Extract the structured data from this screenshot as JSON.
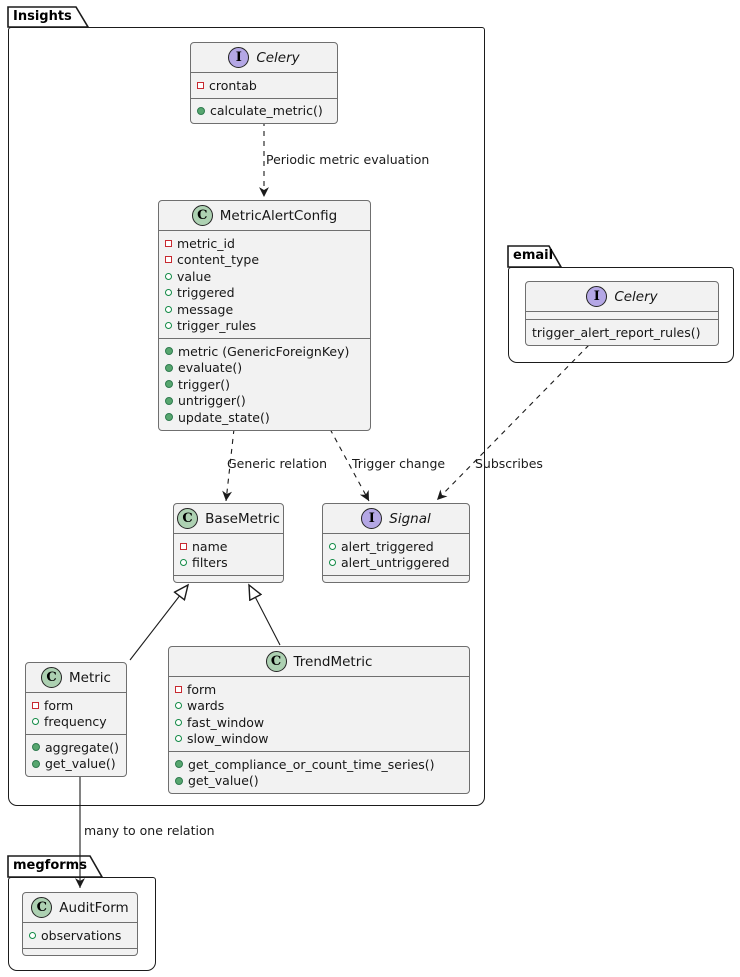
{
  "colors": {
    "class_icon_bg": "#ADD1B2",
    "interface_icon_bg": "#B4A7E5",
    "private_field_red": "#C82930",
    "public_field_green": "#128A46",
    "public_method_green": "#57A66F",
    "box_fill": "#f2f2f2",
    "border_dark": "#1b1b1b"
  },
  "packages": {
    "insights": {
      "label": "Insights"
    },
    "email": {
      "label": "email"
    },
    "megforms": {
      "label": "megforms"
    }
  },
  "classes": {
    "celery_insights": {
      "kind_letter": "I",
      "name": "Celery",
      "fields": [
        {
          "icon": "private-square",
          "label": "crontab"
        }
      ],
      "methods": [
        {
          "icon": "public-dot",
          "label": "calculate_metric()"
        }
      ]
    },
    "metric_alert_config": {
      "kind_letter": "C",
      "name": "MetricAlertConfig",
      "fields": [
        {
          "icon": "private-square",
          "label": "metric_id"
        },
        {
          "icon": "private-square",
          "label": "content_type"
        },
        {
          "icon": "public-circle",
          "label": "value"
        },
        {
          "icon": "public-circle",
          "label": "triggered"
        },
        {
          "icon": "public-circle",
          "label": "message"
        },
        {
          "icon": "public-circle",
          "label": "trigger_rules"
        }
      ],
      "methods": [
        {
          "icon": "public-dot",
          "label": "metric (GenericForeignKey)"
        },
        {
          "icon": "public-dot",
          "label": "evaluate()"
        },
        {
          "icon": "public-dot",
          "label": "trigger()"
        },
        {
          "icon": "public-dot",
          "label": "untrigger()"
        },
        {
          "icon": "public-dot",
          "label": "update_state()"
        }
      ]
    },
    "celery_email": {
      "kind_letter": "I",
      "name": "Celery",
      "methods": [
        {
          "icon": "none",
          "label": "trigger_alert_report_rules()"
        }
      ]
    },
    "base_metric": {
      "kind_letter": "C",
      "name": "BaseMetric",
      "fields": [
        {
          "icon": "private-square",
          "label": "name"
        },
        {
          "icon": "public-circle",
          "label": "filters"
        }
      ]
    },
    "signal": {
      "kind_letter": "I",
      "name": "Signal",
      "fields": [
        {
          "icon": "public-circle",
          "label": "alert_triggered"
        },
        {
          "icon": "public-circle",
          "label": "alert_untriggered"
        }
      ]
    },
    "metric": {
      "kind_letter": "C",
      "name": "Metric",
      "fields": [
        {
          "icon": "private-square",
          "label": "form"
        },
        {
          "icon": "public-circle",
          "label": "frequency"
        }
      ],
      "methods": [
        {
          "icon": "public-dot",
          "label": "aggregate()"
        },
        {
          "icon": "public-dot",
          "label": "get_value()"
        }
      ]
    },
    "trend_metric": {
      "kind_letter": "C",
      "name": "TrendMetric",
      "fields": [
        {
          "icon": "private-square",
          "label": "form"
        },
        {
          "icon": "public-circle",
          "label": "wards"
        },
        {
          "icon": "public-circle",
          "label": "fast_window"
        },
        {
          "icon": "public-circle",
          "label": "slow_window"
        }
      ],
      "methods": [
        {
          "icon": "public-dot",
          "label": "get_compliance_or_count_time_series()"
        },
        {
          "icon": "public-dot",
          "label": "get_value()"
        }
      ]
    },
    "audit_form": {
      "kind_letter": "C",
      "name": "AuditForm",
      "fields": [
        {
          "icon": "public-circle",
          "label": "observations"
        }
      ]
    }
  },
  "edges": {
    "periodic": {
      "label": "Periodic metric evaluation"
    },
    "generic_relation": {
      "label": "Generic relation"
    },
    "trigger_change": {
      "label": "Trigger change"
    },
    "subscribes": {
      "label": "Subscribes"
    },
    "many_to_one": {
      "label": "many to one relation"
    }
  }
}
